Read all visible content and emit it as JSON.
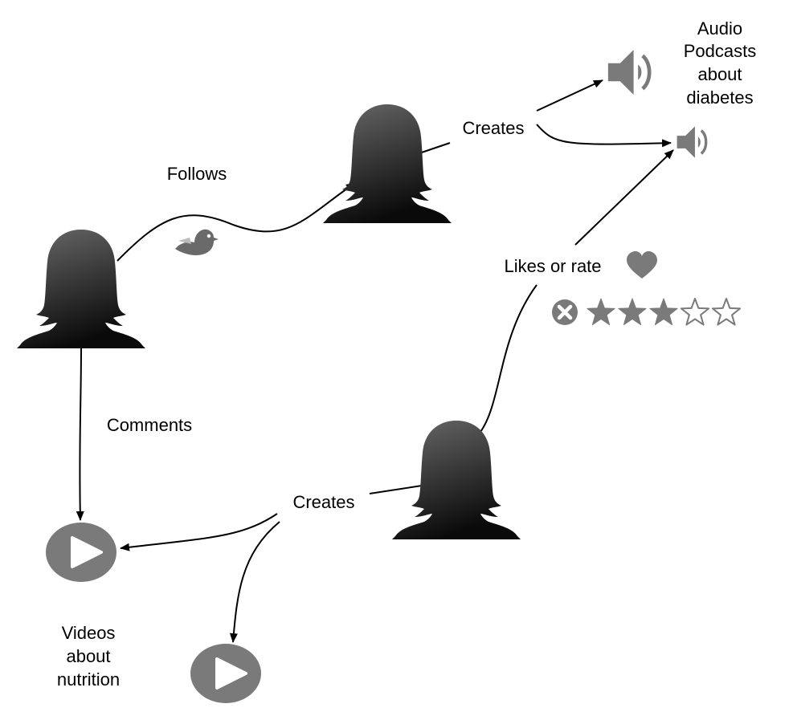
{
  "diagram": {
    "nodes": {
      "person_left": {
        "kind": "person"
      },
      "person_top": {
        "kind": "person"
      },
      "person_bottom": {
        "kind": "person"
      },
      "audio_1": {
        "kind": "audio",
        "icon": "speaker-icon"
      },
      "audio_2": {
        "kind": "audio",
        "icon": "speaker-icon"
      },
      "video_1": {
        "kind": "video",
        "icon": "play-icon"
      },
      "video_2": {
        "kind": "video",
        "icon": "play-icon"
      }
    },
    "labels": {
      "follows": "Follows",
      "creates_top": "Creates",
      "creates_bottom": "Creates",
      "comments": "Comments",
      "likes_or_rate": "Likes or rate",
      "audio_group": [
        "Audio",
        "Podcasts",
        "about",
        "diabetes"
      ],
      "video_group": [
        "Videos",
        "about",
        "nutrition"
      ]
    },
    "edges": [
      {
        "from": "person_left",
        "to": "person_top",
        "label": "Follows"
      },
      {
        "from": "person_top",
        "to": "audio_1",
        "label": "Creates"
      },
      {
        "from": "person_top",
        "to": "audio_2",
        "label": "Creates"
      },
      {
        "from": "person_left",
        "to": "video_1",
        "label": "Comments"
      },
      {
        "from": "person_bottom",
        "to": "video_1",
        "label": "Creates"
      },
      {
        "from": "person_bottom",
        "to": "video_2",
        "label": "Creates"
      },
      {
        "from": "person_bottom",
        "to": "audio_2",
        "label": "Likes or rate"
      }
    ],
    "rating": {
      "filled": 3,
      "total": 5,
      "clear_icon": "clear-rating-icon"
    },
    "icons": {
      "heart": "heart-icon",
      "bird": "twitter-bird-icon"
    },
    "colors": {
      "icon_gray": "#7a7a7a",
      "edge": "#000000",
      "person_top": "#6a6a6a",
      "person_bottom": "#0a0a0a"
    }
  }
}
